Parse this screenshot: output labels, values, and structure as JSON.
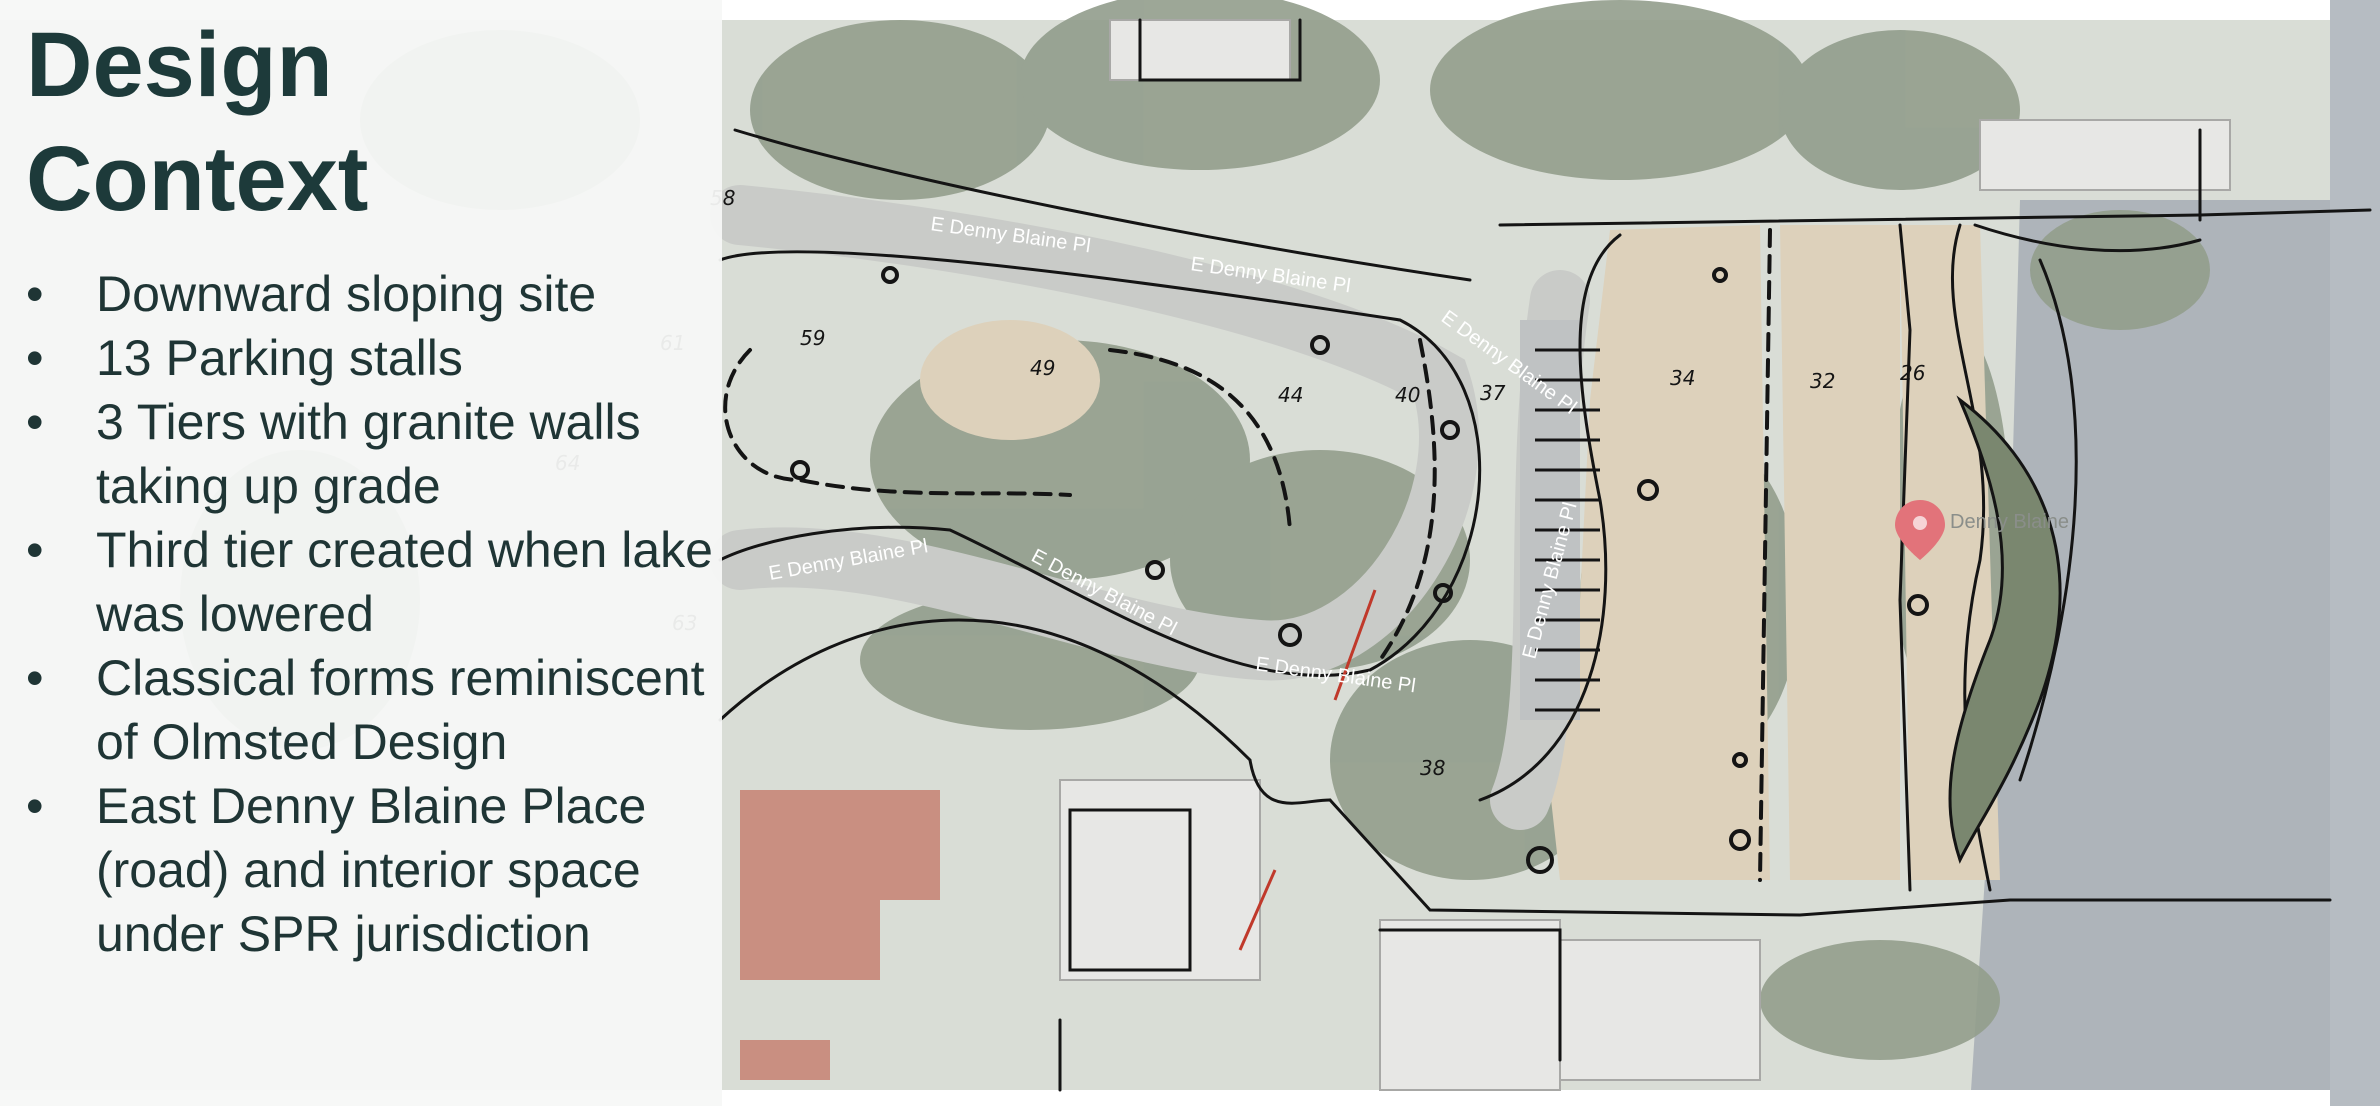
{
  "slide": {
    "title_line1": "Design",
    "title_line2": "Context",
    "bullets": [
      "Downward sloping site",
      "13 Parking stalls",
      "3 Tiers with granite walls taking up grade",
      "Third tier created when lake was lowered",
      "Classical forms reminiscent of Olmsted Design",
      "East Denny Blaine Place (road) and interior space under SPR jurisdiction"
    ]
  },
  "map": {
    "street_labels": [
      "E Denny Blaine Pl",
      "E Denny Blaine Pl",
      "E Denny Blaine Pl",
      "E Denny Blaine Pl",
      "E Denny Blaine Pl",
      "E Denny Blaine Pl",
      "E Denny Blaine Pl"
    ],
    "pin_label": "Denny Blaine",
    "sketch_numbers": [
      "58",
      "61",
      "64",
      "63",
      "59",
      "49",
      "44",
      "40",
      "37",
      "34",
      "32",
      "26",
      "38"
    ],
    "colors": {
      "water": "#aeb4ba",
      "trees": "#8f9a89",
      "lawn": "#ddd1bb",
      "road": "#c8cac8",
      "ink": "#141414",
      "pin": "#e2737a",
      "title": "#1d3a3a"
    }
  }
}
